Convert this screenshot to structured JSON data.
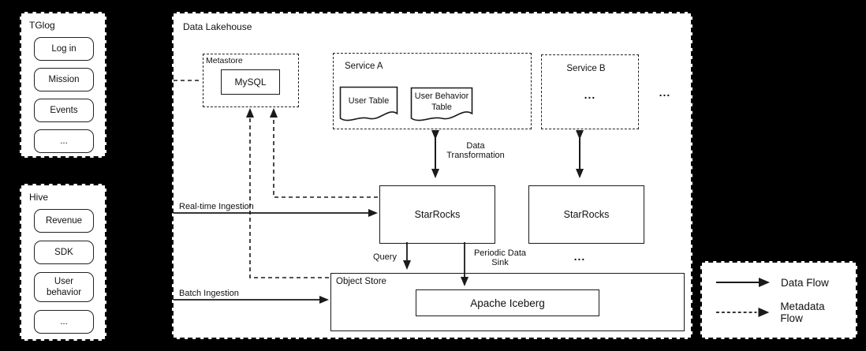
{
  "colors": {
    "background": "#000000",
    "panel_background": "#ffffff",
    "line": "#1a1a1a"
  },
  "tglog": {
    "title": "TGlog",
    "items": [
      "Log in",
      "Mission",
      "Events",
      "..."
    ]
  },
  "hive": {
    "title": "Hive",
    "items": [
      "Revenue",
      "SDK",
      "User behavior",
      "..."
    ]
  },
  "lakehouse": {
    "title": "Data Lakehouse",
    "metastore": {
      "title": "Metastore",
      "db": "MySQL"
    },
    "service_a": {
      "title": "Service A",
      "table_1": "User Table",
      "table_2": "User Behavior Table"
    },
    "service_b": {
      "title": "Service B",
      "placeholder": "..."
    },
    "more_services": "...",
    "starrocks_left": "StarRocks",
    "starrocks_right": "StarRocks",
    "more_starrocks": "...",
    "object_store": {
      "title": "Object Store",
      "table": "Apache Iceberg"
    }
  },
  "edges": {
    "realtime": "Real-time Ingestion",
    "batch": "Batch Ingestion",
    "transform_1": "Data",
    "transform_2": "Transformation",
    "query": "Query",
    "sink_1": "Periodic Data",
    "sink_2": "Sink"
  },
  "legend": {
    "data_flow": "Data Flow",
    "metadata_flow": "Metadata Flow"
  }
}
